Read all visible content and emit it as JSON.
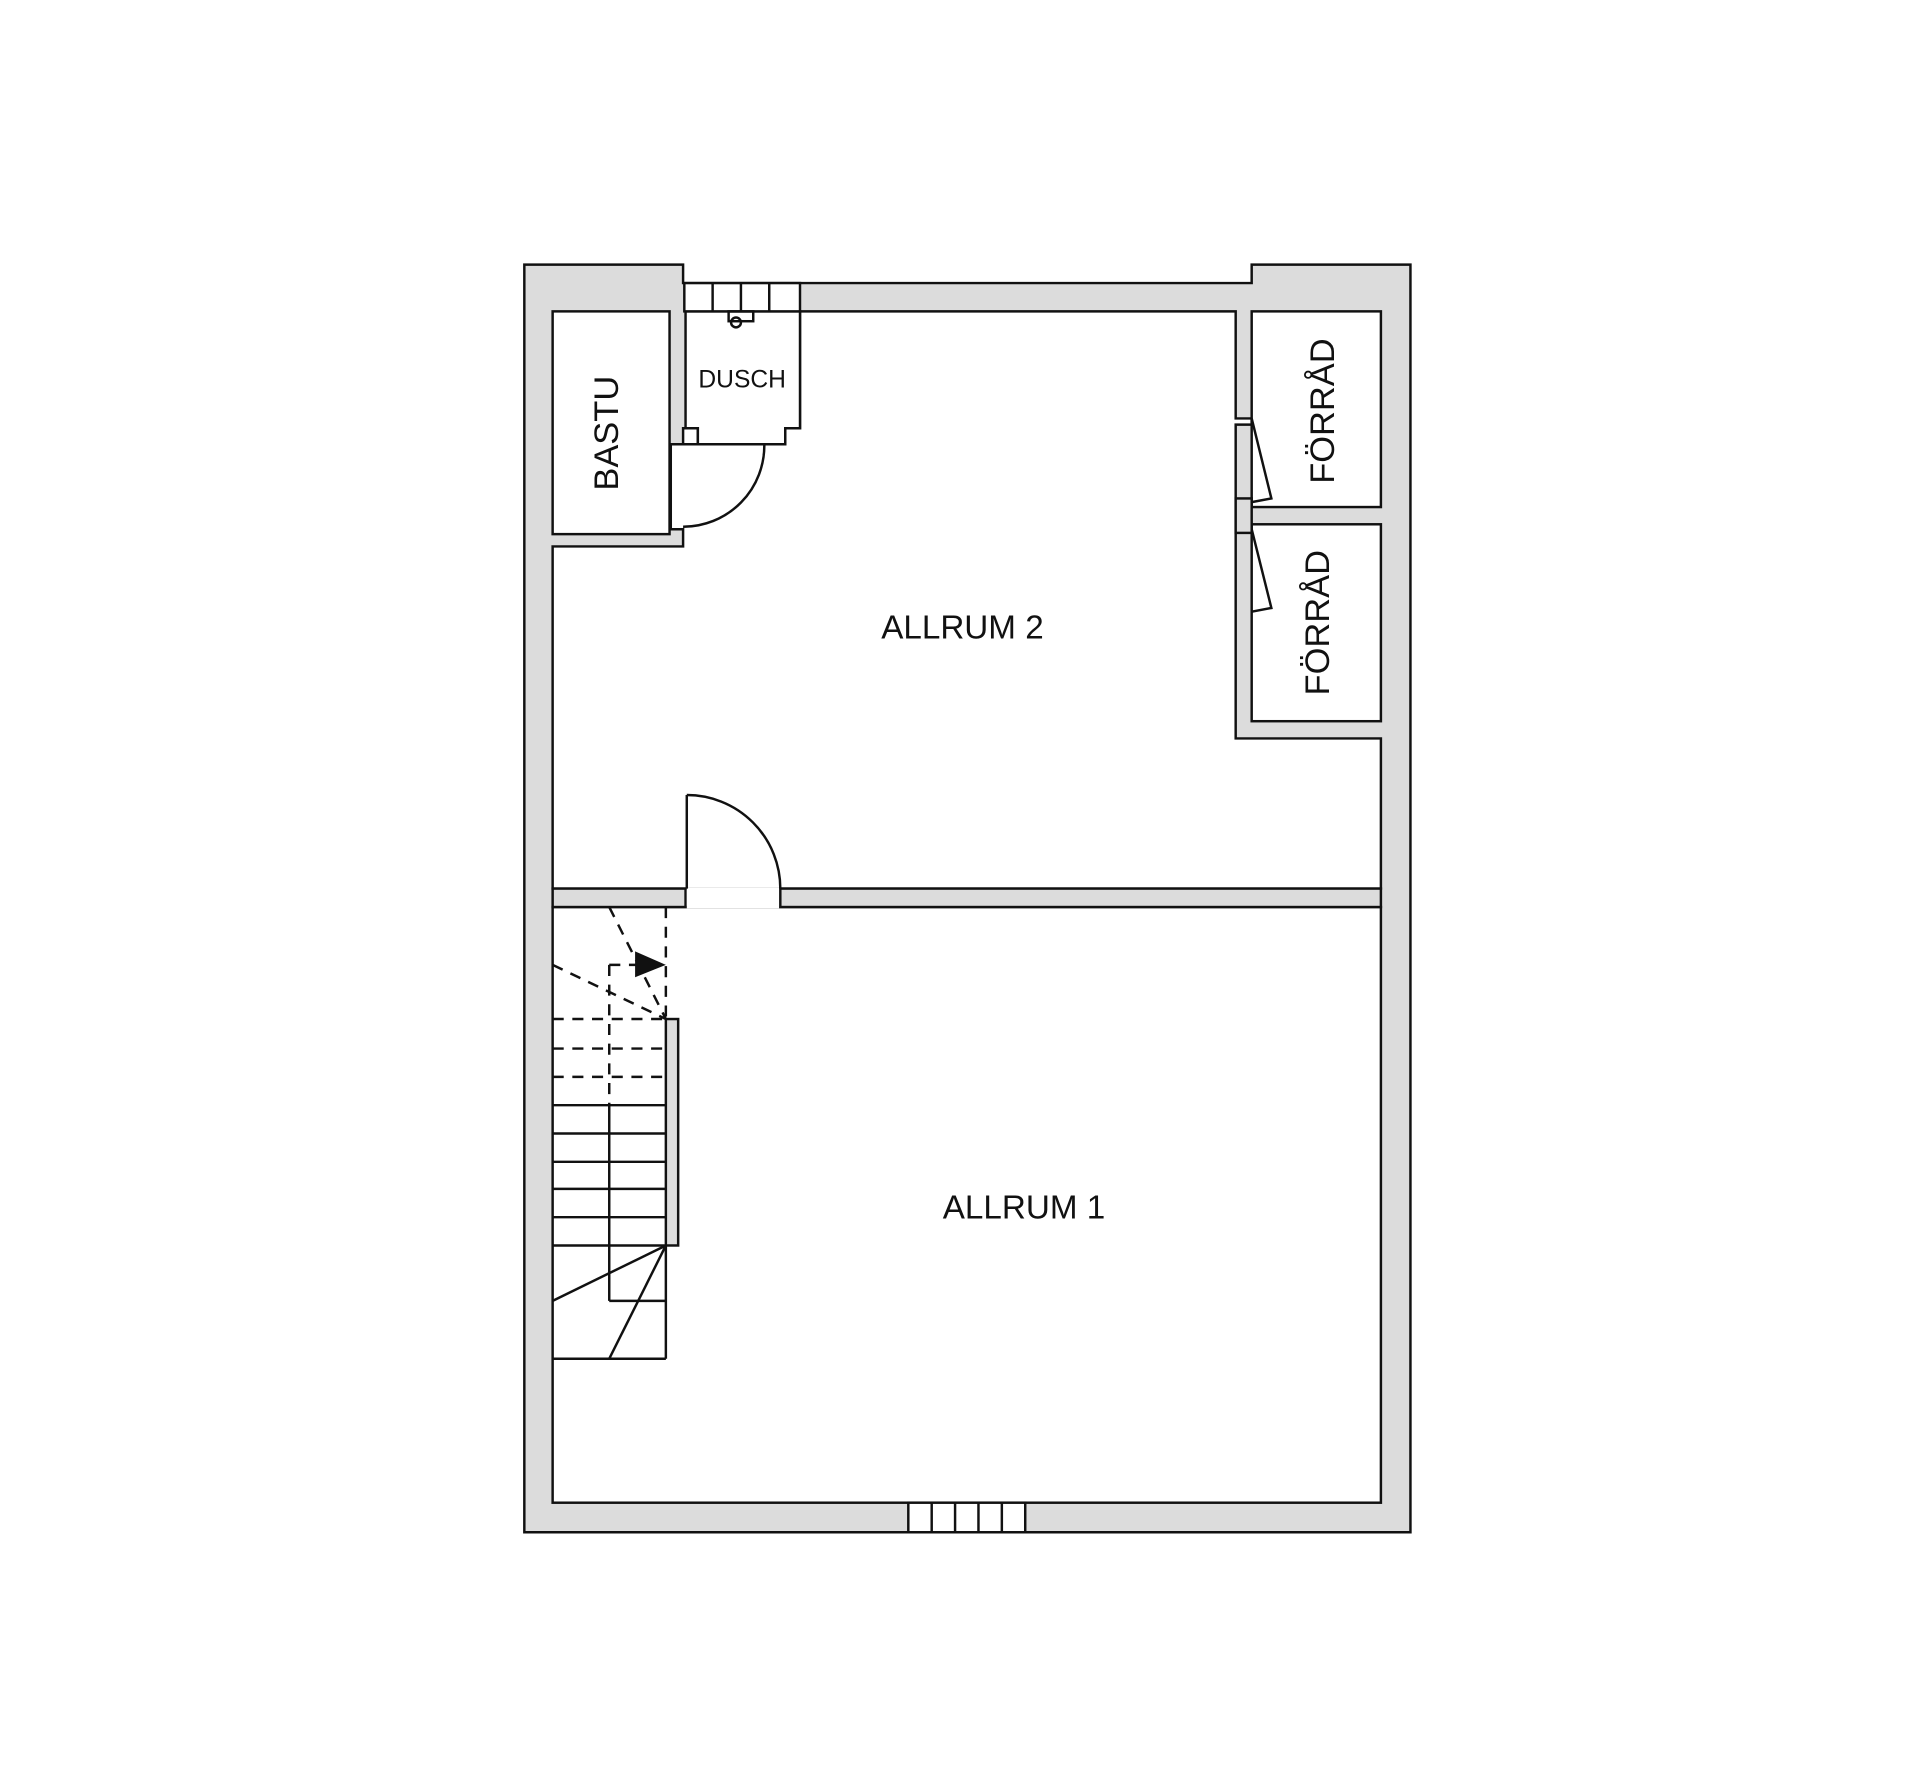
{
  "plan": {
    "type": "floor-plan",
    "colors": {
      "wall_fill": "#dcdcdc",
      "line": "#111111",
      "background": "#ffffff"
    },
    "rooms": [
      {
        "id": "bastu",
        "label": "BASTU",
        "orientation": "vertical"
      },
      {
        "id": "dusch",
        "label": "DUSCH",
        "orientation": "horizontal"
      },
      {
        "id": "allrum2",
        "label": "ALLRUM 2",
        "orientation": "horizontal"
      },
      {
        "id": "forrad1",
        "label": "FÖRRÅD",
        "orientation": "vertical"
      },
      {
        "id": "forrad2",
        "label": "FÖRRÅD",
        "orientation": "vertical"
      },
      {
        "id": "allrum1",
        "label": "ALLRUM 1",
        "orientation": "horizontal"
      }
    ],
    "features": [
      {
        "id": "staircase",
        "description": "L-shaped staircase with direction arrow"
      },
      {
        "id": "window-top",
        "panes": 4,
        "location": "top wall above DUSCH"
      },
      {
        "id": "window-bottom",
        "panes": 5,
        "location": "bottom wall of ALLRUM 1"
      },
      {
        "id": "door-bastu",
        "type": "swing"
      },
      {
        "id": "door-allrum",
        "type": "swing"
      },
      {
        "id": "door-forrad1",
        "type": "swing"
      },
      {
        "id": "door-forrad2",
        "type": "swing"
      },
      {
        "id": "shower-fixture",
        "type": "fixture"
      }
    ]
  }
}
